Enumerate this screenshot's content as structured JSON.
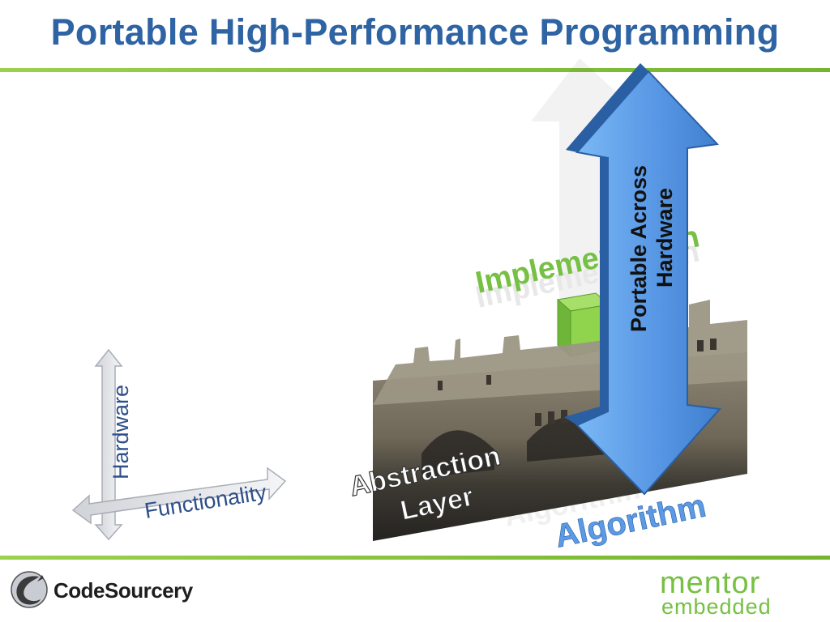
{
  "slide": {
    "title": "Portable High-Performance Programming"
  },
  "diagram": {
    "vertical_axis_label": "Hardware",
    "horizontal_axis_label": "Functionality",
    "implementation_label": "Implementation",
    "portable_label_line1": "Portable Across",
    "portable_label_line2": "Hardware",
    "abstraction_line1": "Abstraction",
    "abstraction_line2": "Layer",
    "algorithm_label": "Algorithm"
  },
  "footer": {
    "left_logo_text": "CodeSourcery",
    "right_logo_line1": "mentor",
    "right_logo_line2": "embedded"
  },
  "colors": {
    "title": "#2e63a4",
    "rule": "#7fbf35",
    "arrow_blue": "#5b9ae6",
    "green": "#76c043"
  }
}
